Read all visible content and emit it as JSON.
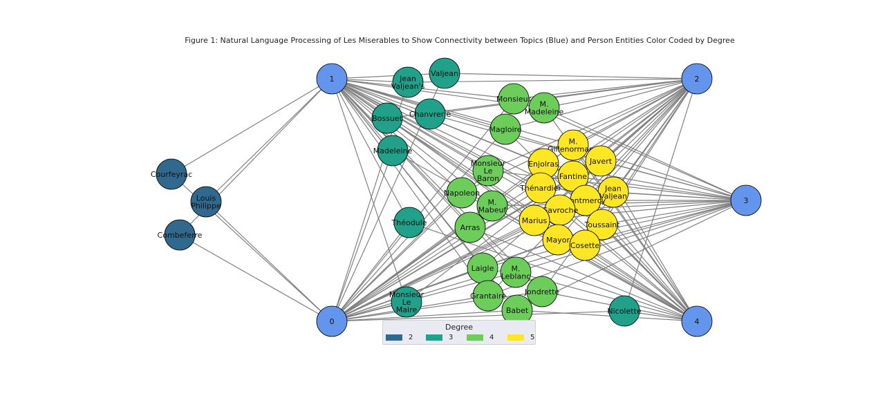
{
  "title": "Figure 1: Natural Language Processing of Les Miserables to Show Connectivity between Topics (Blue) and Person Entities Color Coded by Degree",
  "colors": {
    "topic": "#6495ed",
    "degree_2": "#31688e",
    "degree_3": "#21a08a",
    "degree_4": "#6ccd5a",
    "degree_5": "#fde725",
    "edge": "#808080",
    "legend_bg": "#eaeaf2"
  },
  "legend": {
    "title": "Degree",
    "entries": [
      {
        "label": "2",
        "color": "#31688e"
      },
      {
        "label": "3",
        "color": "#21a08a"
      },
      {
        "label": "4",
        "color": "#6ccd5a"
      },
      {
        "label": "5",
        "color": "#fde725"
      }
    ]
  },
  "topics": [
    {
      "id": "0",
      "label": "0"
    },
    {
      "id": "1",
      "label": "1"
    },
    {
      "id": "2",
      "label": "2"
    },
    {
      "id": "3",
      "label": "3"
    },
    {
      "id": "4",
      "label": "4"
    }
  ],
  "entities": [
    {
      "label": "Courfeyrac",
      "degree": 2
    },
    {
      "label": "Louis\nPhilippe",
      "degree": 2
    },
    {
      "label": "Combeferre",
      "degree": 2
    },
    {
      "label": "Jean\nValjean's",
      "degree": 3
    },
    {
      "label": "Valjean",
      "degree": 3
    },
    {
      "label": "Bossuet",
      "degree": 3
    },
    {
      "label": "Chanvrerie",
      "degree": 3
    },
    {
      "label": "Madeleine",
      "degree": 3
    },
    {
      "label": "Théodule",
      "degree": 3
    },
    {
      "label": "Monsieur\nLe\nMaire",
      "degree": 3
    },
    {
      "label": "Nicolette",
      "degree": 3
    },
    {
      "label": "Monsieur",
      "degree": 4
    },
    {
      "label": "M.\nMadeleine",
      "degree": 4
    },
    {
      "label": "Magloire",
      "degree": 4
    },
    {
      "label": "Monsieur\nLe\nBaron",
      "degree": 4
    },
    {
      "label": "Napoleon",
      "degree": 4
    },
    {
      "label": "M.\nMabeuf",
      "degree": 4
    },
    {
      "label": "Arras",
      "degree": 4
    },
    {
      "label": "Laigle",
      "degree": 4
    },
    {
      "label": "M.\nLeblanc",
      "degree": 4
    },
    {
      "label": "Jondrette",
      "degree": 4
    },
    {
      "label": "Grantaire",
      "degree": 4
    },
    {
      "label": "Babet",
      "degree": 4
    },
    {
      "label": "M.\nGillenormand",
      "degree": 5
    },
    {
      "label": "Enjolras",
      "degree": 5
    },
    {
      "label": "Javert",
      "degree": 5
    },
    {
      "label": "Fantine",
      "degree": 5
    },
    {
      "label": "Thénardier",
      "degree": 5
    },
    {
      "label": "Jean\nValjean",
      "degree": 5
    },
    {
      "label": "Pontmercy",
      "degree": 5
    },
    {
      "label": "Gavroche",
      "degree": 5
    },
    {
      "label": "Marius",
      "degree": 5
    },
    {
      "label": "Toussaint",
      "degree": 5
    },
    {
      "label": "Mayor",
      "degree": 5
    },
    {
      "label": "Cosette",
      "degree": 5
    }
  ]
}
